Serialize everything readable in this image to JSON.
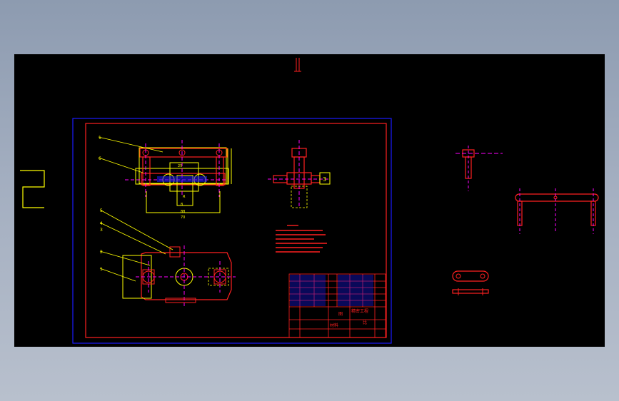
{
  "theme": {
    "background_top": "#8d9bb0",
    "background_bottom": "#b8c0cd",
    "viewport": "#000000",
    "red": "#ff2020",
    "yellow": "#ffff00",
    "blue": "#1a1aff",
    "magenta": "#ff00ff",
    "white": "#ffffff"
  },
  "drawing": {
    "leader_labels": [
      "1",
      "6",
      "5",
      "4",
      "3",
      "2",
      "1"
    ],
    "dims": {
      "top_width": "",
      "dim_a": "25",
      "dim_b": "R",
      "dim_c": "8",
      "dim_d": "88",
      "dim_e": "70"
    },
    "side_dim": "3"
  },
  "title_block": {
    "cells": [
      "图",
      "精密工程",
      "比",
      "材料"
    ]
  }
}
